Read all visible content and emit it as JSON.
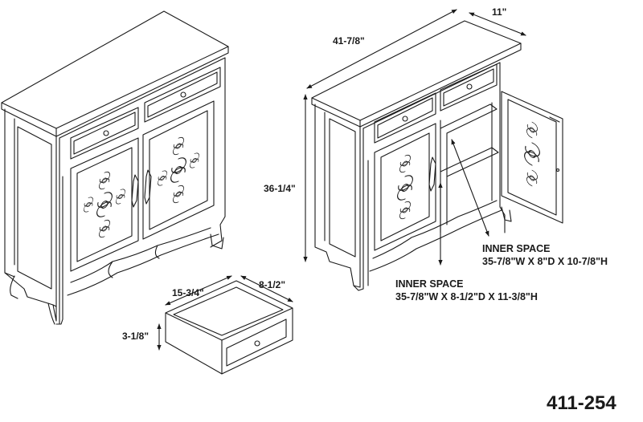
{
  "dimensions": {
    "width": "41-7/8\"",
    "depth": "11\"",
    "height": "36-1/4\""
  },
  "drawer": {
    "width": "15-3/4\"",
    "depth": "8-1/2\"",
    "height": "3-1/8\""
  },
  "inner_space_upper": {
    "title": "INNER SPACE",
    "size": "35-7/8\"W X 8\"D X 10-7/8\"H"
  },
  "inner_space_lower": {
    "title": "INNER SPACE",
    "size": "35-7/8\"W X 8-1/2\"D X 11-3/8\"H"
  },
  "model_number": "411-254",
  "colors": {
    "line": "#1a1a1a",
    "background": "#ffffff"
  }
}
